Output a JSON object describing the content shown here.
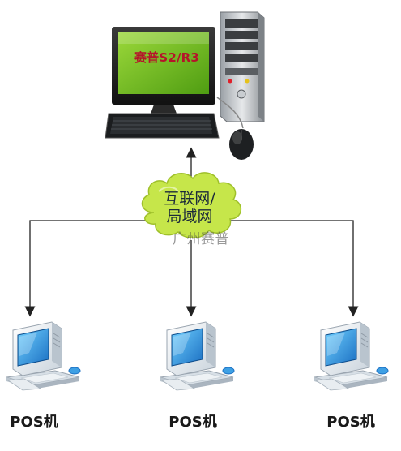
{
  "server": {
    "screen_text": "赛普S2/R3"
  },
  "network": {
    "line1": "互联网/",
    "line2": "局域网"
  },
  "watermark": "广州赛普",
  "terminals": [
    {
      "label": "POS机"
    },
    {
      "label": "POS机"
    },
    {
      "label": "POS机"
    }
  ],
  "colors": {
    "screen_green": "#6cbf1e",
    "screen_text": "#b5142a",
    "cloud": "#c6e64a",
    "pos_screen": "#2f8fd8",
    "line": "#222222"
  },
  "icons": [
    "desktop-computer-icon",
    "keyboard-icon",
    "mouse-icon",
    "cloud-icon",
    "pos-terminal-icon",
    "arrow-icon"
  ]
}
